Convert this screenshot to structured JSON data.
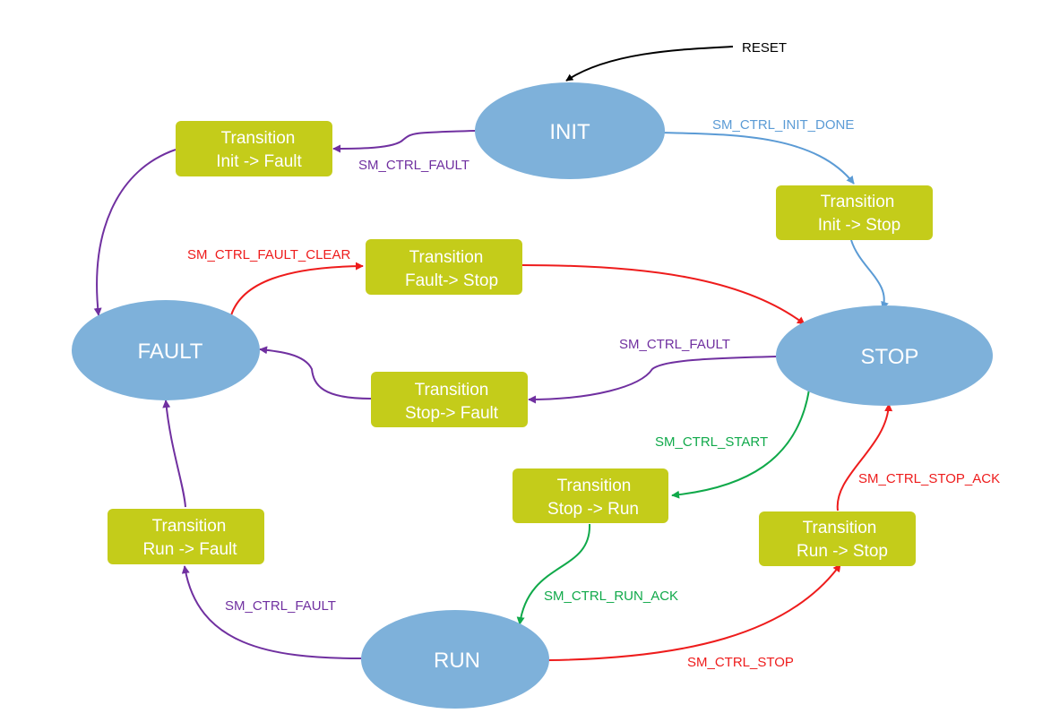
{
  "colors": {
    "state_fill": "#7eb1da",
    "transition_fill": "#c4cc1a",
    "blue": "#5b9bd5",
    "purple": "#7030a0",
    "red": "#ee1c1c",
    "green": "#10a94a",
    "black": "#000000"
  },
  "reset": {
    "label": "RESET"
  },
  "states": {
    "init": "INIT",
    "stop": "STOP",
    "fault": "FAULT",
    "run": "RUN"
  },
  "transitions": {
    "init_fault": [
      "Transition",
      "Init -> Fault"
    ],
    "init_stop": [
      "Transition",
      "Init -> Stop"
    ],
    "fault_stop": [
      "Transition",
      "Fault-> Stop"
    ],
    "stop_fault": [
      "Transition",
      "Stop-> Fault"
    ],
    "stop_run": [
      "Transition",
      "Stop -> Run"
    ],
    "run_fault": [
      "Transition",
      "Run -> Fault"
    ],
    "run_stop": [
      "Transition",
      "Run -> Stop"
    ]
  },
  "events": {
    "init_done": "SM_CTRL_INIT_DONE",
    "init_fault": "SM_CTRL_FAULT",
    "fault_clear": "SM_CTRL_FAULT_CLEAR",
    "stop_fault": "SM_CTRL_FAULT",
    "start": "SM_CTRL_START",
    "stop_ack": "SM_CTRL_STOP_ACK",
    "run_fault": "SM_CTRL_FAULT",
    "run_ack": "SM_CTRL_RUN_ACK",
    "stop": "SM_CTRL_STOP"
  }
}
